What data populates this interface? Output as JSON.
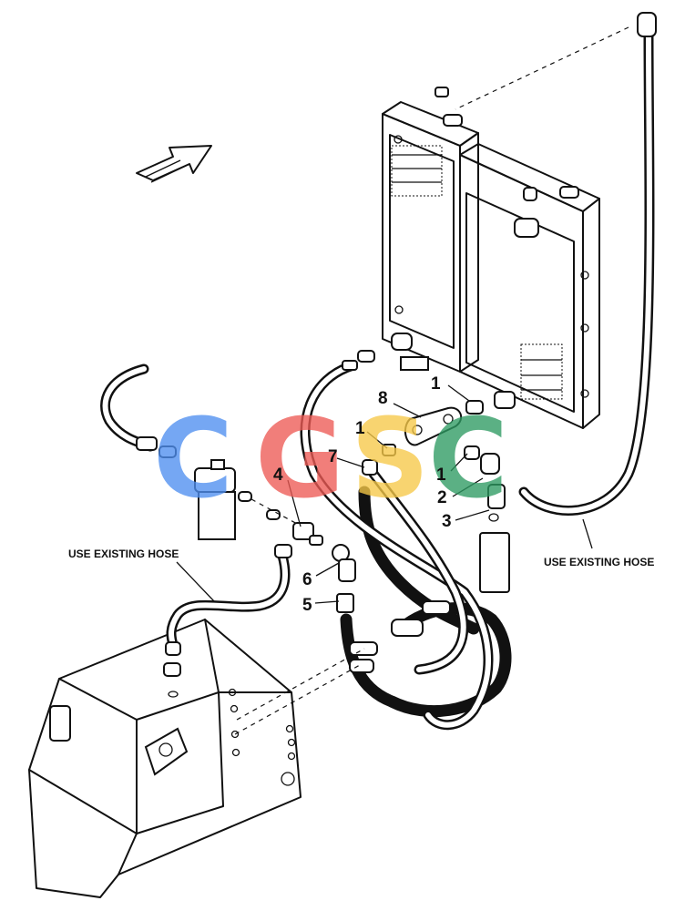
{
  "diagram": {
    "callouts": {
      "c1a": "1",
      "c1b": "1",
      "c1c": "1",
      "c2": "2",
      "c3": "3",
      "c4": "4",
      "c5": "5",
      "c6": "6",
      "c7": "7",
      "c8": "8"
    },
    "notes": {
      "left_hose": "USE EXISTING HOSE",
      "right_hose": "USE EXISTING HOSE"
    },
    "watermark": {
      "letters": [
        "C",
        "G",
        "S",
        "C"
      ],
      "colors": [
        "#4f8ff0",
        "#ee5b55",
        "#f7c948",
        "#2e9a62"
      ]
    },
    "colors": {
      "line": "#111111",
      "callout_red": "#c0392b"
    }
  }
}
